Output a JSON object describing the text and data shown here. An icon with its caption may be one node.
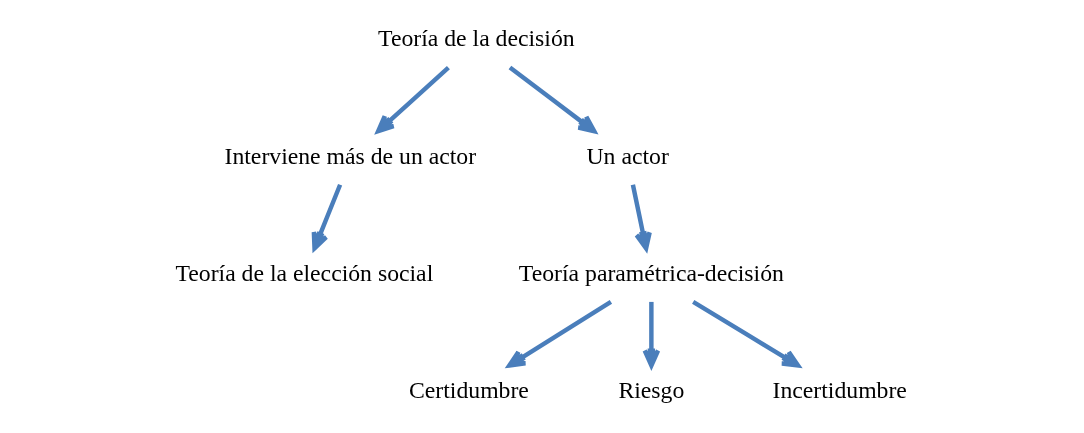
{
  "diagram": {
    "nodes": [
      {
        "text": [
          "Teoría de la decisión"
        ]
      },
      {
        "text": [
          "Interviene más de un actor"
        ]
      },
      {
        "text": [
          "Un actor"
        ]
      },
      {
        "text": [
          "Teoría de la elección social"
        ]
      },
      {
        "text": [
          "Teoría paramétrica-decisión"
        ]
      },
      {
        "text": [
          "Certidumbre"
        ]
      },
      {
        "text": [
          "Riesgo"
        ]
      },
      {
        "text": [
          "Incertidumbre"
        ]
      }
    ],
    "edges": [
      {
        "from": 0,
        "to": 1,
        "arrow": "to"
      },
      {
        "from": 0,
        "to": 2,
        "arrow": "to"
      },
      {
        "from": 1,
        "to": 3,
        "arrow": "to"
      },
      {
        "from": 2,
        "to": 4,
        "arrow": "to"
      },
      {
        "from": 4,
        "to": 5,
        "arrow": "to"
      },
      {
        "from": 4,
        "to": 6,
        "arrow": "to"
      },
      {
        "from": 4,
        "to": 7,
        "arrow": "to"
      }
    ]
  }
}
